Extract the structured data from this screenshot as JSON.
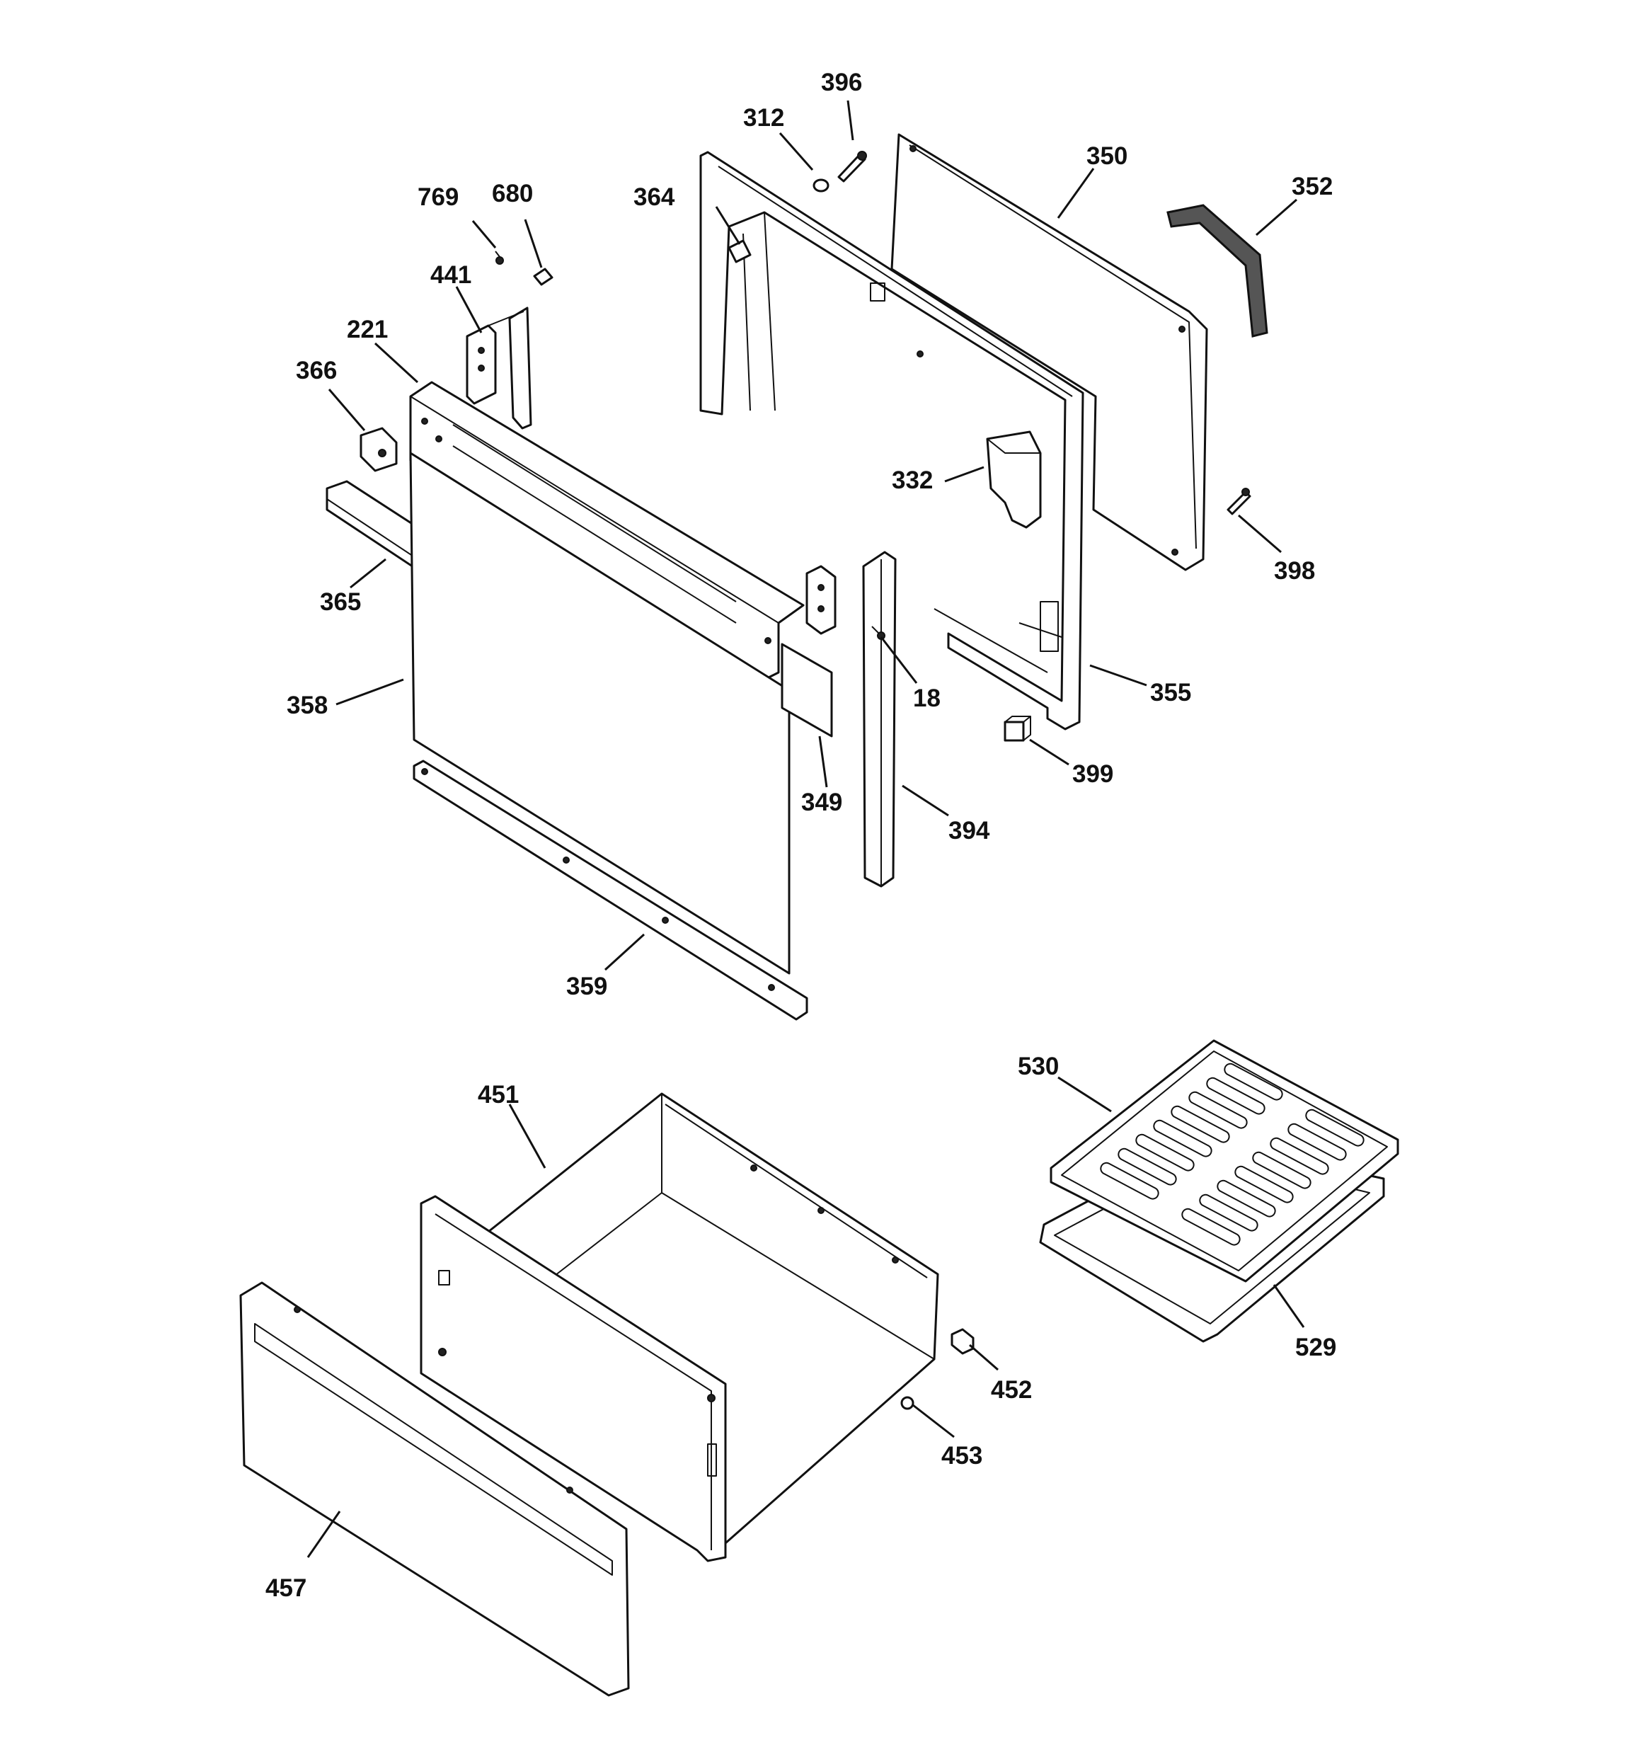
{
  "colors": {
    "line": "#111111",
    "background": "#ffffff",
    "mesh": "#555555"
  },
  "callouts": [
    {
      "id": "396",
      "label": "396"
    },
    {
      "id": "312",
      "label": "312"
    },
    {
      "id": "350",
      "label": "350"
    },
    {
      "id": "352",
      "label": "352"
    },
    {
      "id": "364",
      "label": "364"
    },
    {
      "id": "769",
      "label": "769"
    },
    {
      "id": "680",
      "label": "680"
    },
    {
      "id": "441",
      "label": "441"
    },
    {
      "id": "221",
      "label": "221"
    },
    {
      "id": "366",
      "label": "366"
    },
    {
      "id": "332",
      "label": "332"
    },
    {
      "id": "398",
      "label": "398"
    },
    {
      "id": "365",
      "label": "365"
    },
    {
      "id": "358",
      "label": "358"
    },
    {
      "id": "18",
      "label": "18"
    },
    {
      "id": "355",
      "label": "355"
    },
    {
      "id": "349",
      "label": "349"
    },
    {
      "id": "399",
      "label": "399"
    },
    {
      "id": "394",
      "label": "394"
    },
    {
      "id": "359",
      "label": "359"
    },
    {
      "id": "530",
      "label": "530"
    },
    {
      "id": "451",
      "label": "451"
    },
    {
      "id": "529",
      "label": "529"
    },
    {
      "id": "452",
      "label": "452"
    },
    {
      "id": "453",
      "label": "453"
    },
    {
      "id": "457",
      "label": "457"
    }
  ]
}
